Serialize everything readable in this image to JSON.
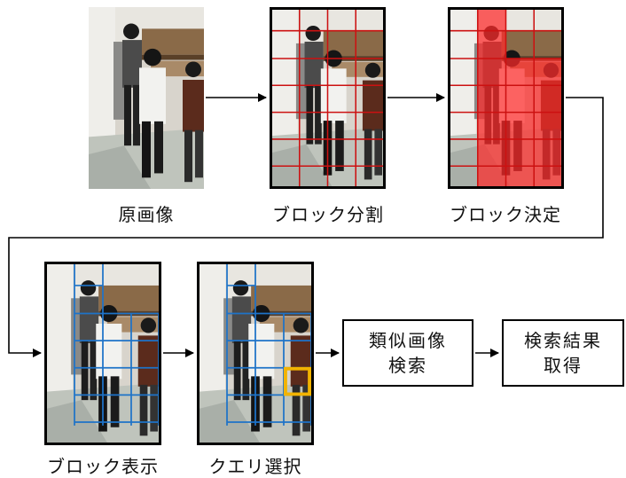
{
  "steps": {
    "original": "原画像",
    "divide": "ブロック分割",
    "decide": "ブロック決定",
    "display": "ブロック表示",
    "select": "クエリ選択"
  },
  "process_boxes": {
    "search": [
      "類似画像",
      "検索"
    ],
    "result": [
      "検索結果",
      "取得"
    ]
  },
  "colors": {
    "grid_red": "#cc1111",
    "highlight_red": "#ff2a2a",
    "grid_blue": "#1e73c8",
    "query_yellow": "#f2b300",
    "frame": "#000000"
  }
}
